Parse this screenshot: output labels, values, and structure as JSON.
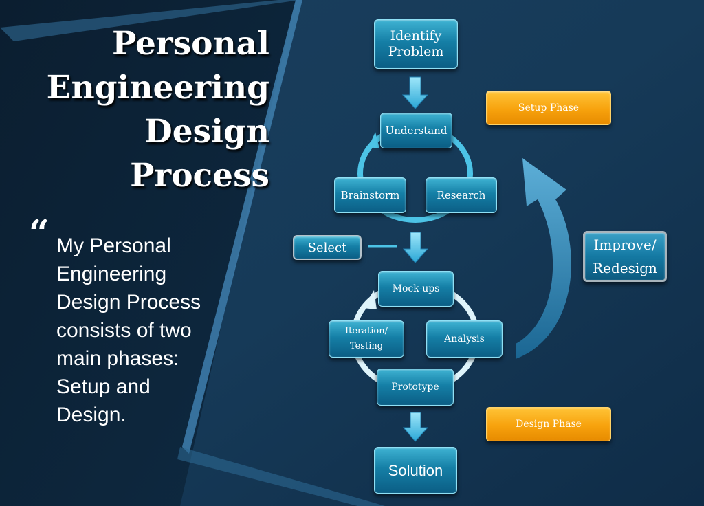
{
  "title_lines": [
    "Personal",
    "Engineering",
    "Design",
    "Process"
  ],
  "quote_mark": "“",
  "body_lines": [
    "My Personal",
    "Engineering",
    "Design Process",
    "consists of two",
    "main phases:",
    "Setup and",
    "Design."
  ],
  "nodes": {
    "identify_problem": [
      "Identify",
      "Problem"
    ],
    "understand": "Understand",
    "brainstorm": "Brainstorm",
    "research": "Research",
    "select": "Select",
    "mockups": "Mock-ups",
    "iteration_testing": [
      "Iteration/",
      "Testing"
    ],
    "analysis": "Analysis",
    "prototype": "Prototype",
    "solution": "Solution",
    "improve_redesign": [
      "Improve/",
      "Redesign"
    ]
  },
  "phases": {
    "setup": "Setup Phase",
    "design": "Design Phase"
  },
  "colors": {
    "background": "#0d2a44",
    "node": "#1a88b0",
    "phase": "#f9a91a",
    "arrow": "#59c9ec"
  }
}
